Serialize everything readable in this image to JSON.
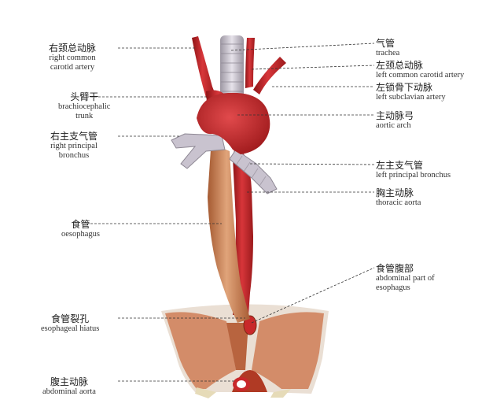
{
  "labels": {
    "right_common_carotid": {
      "zh": "右颈总动脉",
      "en1": "right common",
      "en2": "carotid artery"
    },
    "brachiocephalic": {
      "zh": "头臂干",
      "en1": "brachiocephalic",
      "en2": "trunk"
    },
    "right_bronchus": {
      "zh": "右主支气管",
      "en1": "right principal",
      "en2": "bronchus"
    },
    "oesophagus": {
      "zh": "食管",
      "en1": "oesophagus"
    },
    "hiatus": {
      "zh": "食管裂孔",
      "en1": "esophageal hiatus"
    },
    "abdominal_aorta": {
      "zh": "腹主动脉",
      "en1": "abdominal aorta"
    },
    "trachea": {
      "zh": "气管",
      "en1": "trachea"
    },
    "left_common_carotid": {
      "zh": "左颈总动脉",
      "en1": "left common carotid artery"
    },
    "left_subclavian": {
      "zh": "左锁骨下动脉",
      "en1": "left subclavian artery"
    },
    "aortic_arch": {
      "zh": "主动脉弓",
      "en1": "aortic arch"
    },
    "left_bronchus": {
      "zh": "左主支气管",
      "en1": "left principal bronchus"
    },
    "thoracic_aorta": {
      "zh": "胸主动脉",
      "en1": "thoracic aorta"
    },
    "abdominal_esophagus": {
      "zh": "食管腹部",
      "en1": "abdominal part of",
      "en2": "esophagus"
    }
  },
  "colors": {
    "artery": "#c8282a",
    "artery_dark": "#8e1416",
    "esophagus": "#d08a5a",
    "cartilage": "#c9c3cf",
    "diaphragm_muscle": "#cf7e56",
    "diaphragm_tendon": "#efe6dd"
  }
}
